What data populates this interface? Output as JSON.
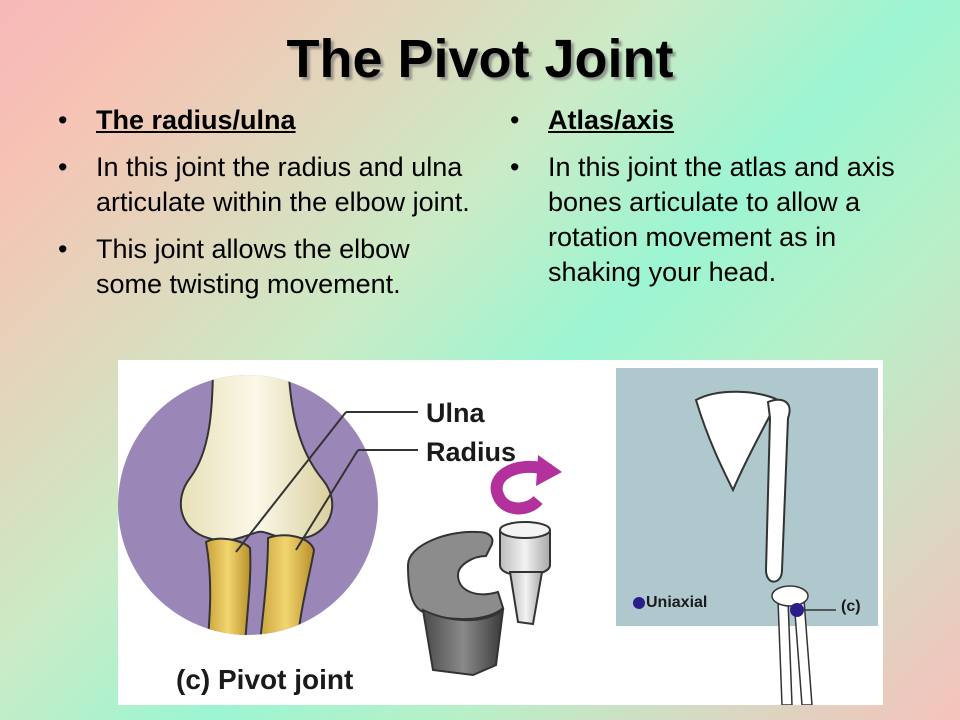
{
  "title": "The Pivot Joint",
  "left_column": {
    "items": [
      {
        "bullet": "•",
        "text": "The radius/ulna"
      },
      {
        "bullet": "•",
        "text": "In this joint the radius and ulna articulate within the elbow joint."
      },
      {
        "bullet": "•",
        "text": "This joint allows the elbow some twisting movement."
      }
    ]
  },
  "right_column": {
    "items": [
      {
        "bullet": "•",
        "text": "Atlas/axis"
      },
      {
        "bullet": "•",
        "text": "In this joint the atlas and axis bones articulate to allow a rotation movement as in shaking your head."
      }
    ]
  },
  "figure": {
    "label_ulna": "Ulna",
    "label_radius": "Radius",
    "caption": "(c) Pivot joint",
    "label_uniaxial": "Uniaxial",
    "label_c": "(c)"
  },
  "colors": {
    "circle": "#9b86b8",
    "panel": "#afc8cd",
    "arrow": "#b3319c",
    "marker": "#2a1f8a"
  }
}
